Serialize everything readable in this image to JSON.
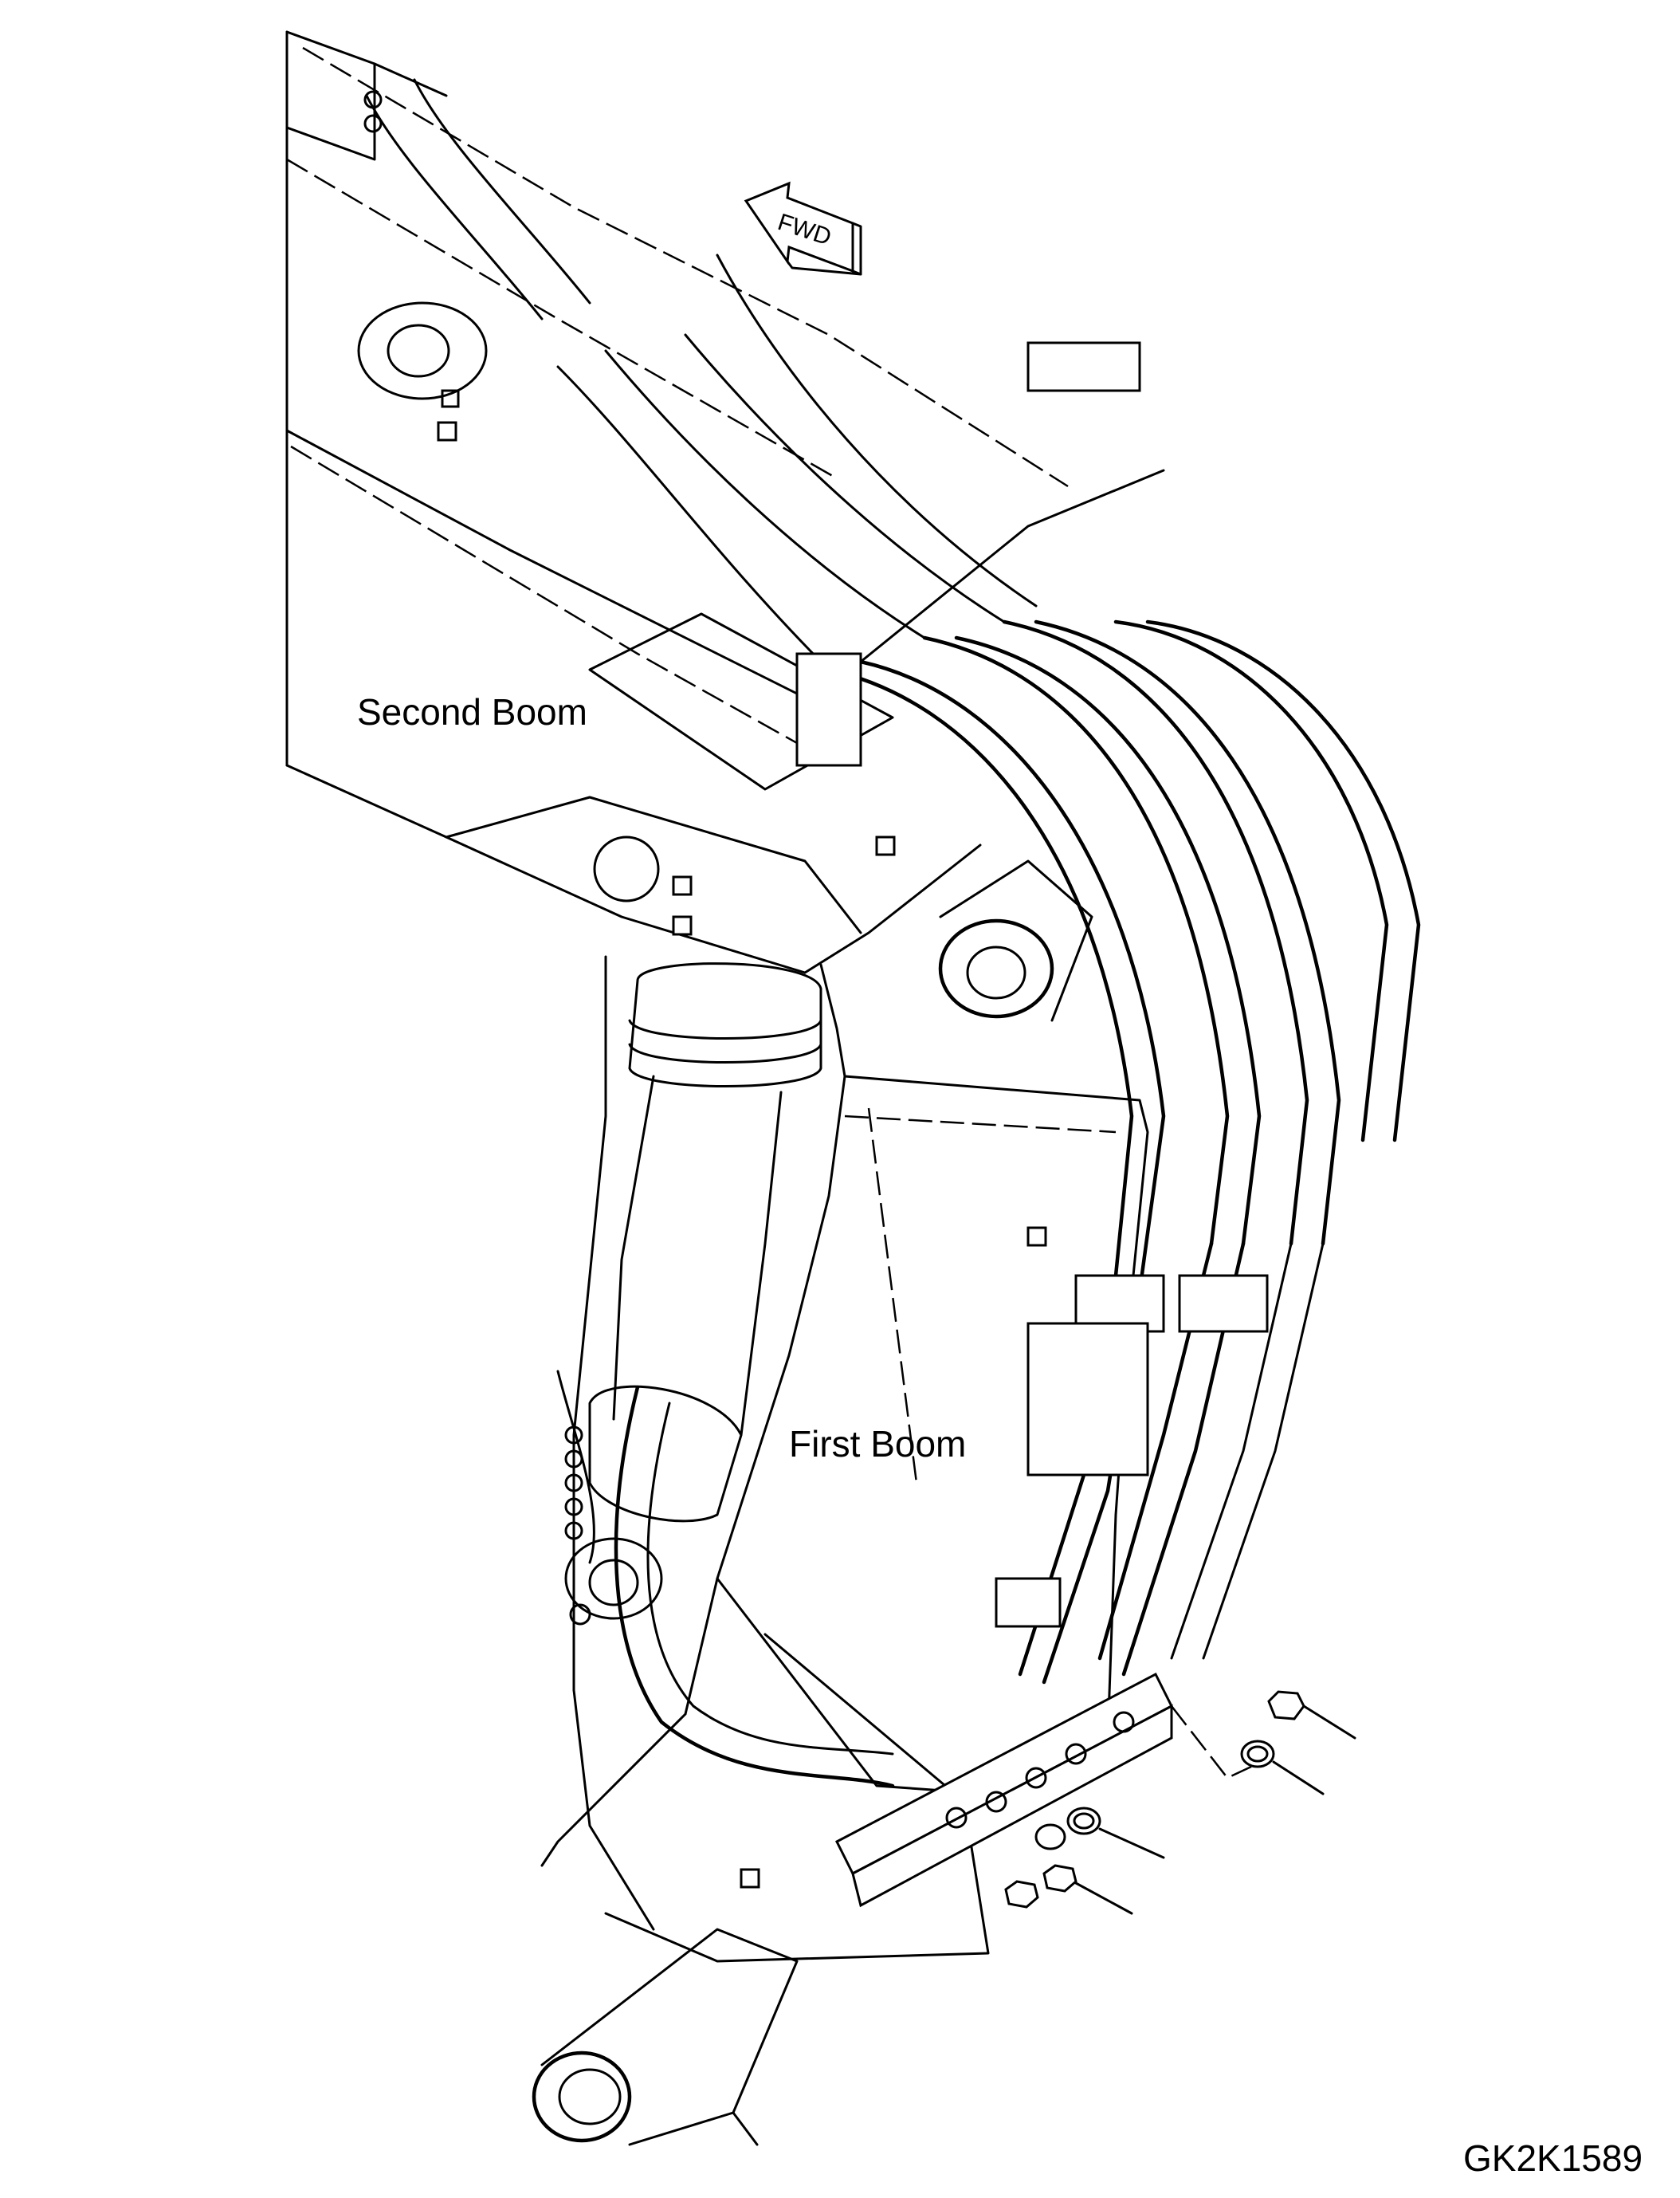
{
  "labels": {
    "second_boom": "Second Boom",
    "first_boom": "First Boom",
    "fwd": "FWD",
    "drawing_code": "GK2K1589"
  }
}
